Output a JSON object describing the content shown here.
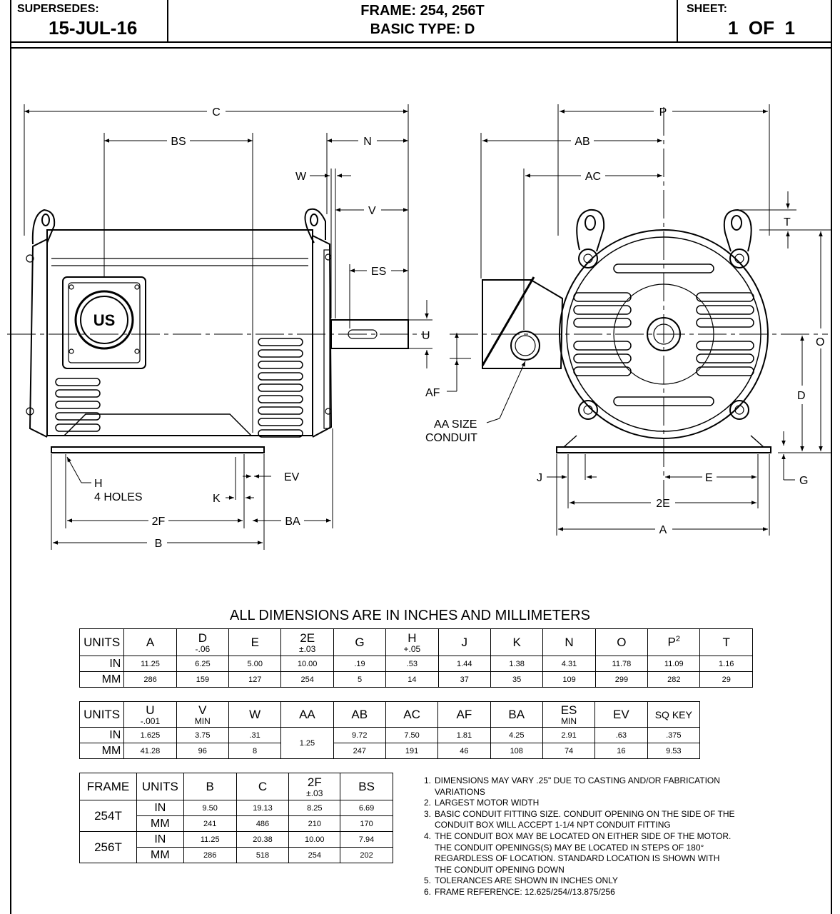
{
  "header": {
    "supersedes_label": "SUPERSEDES:",
    "supersedes_date": "15-JUL-16",
    "frame_line": "FRAME: 254, 256T",
    "basic_type_line": "BASIC TYPE: D",
    "sheet_label": "SHEET:",
    "sheet_value": "1  OF  1"
  },
  "drawing": {
    "side_view_labels": [
      "C",
      "BS",
      "N",
      "W",
      "V",
      "ES",
      "U",
      "H",
      "4 HOLES",
      "K",
      "EV",
      "2F",
      "BA",
      "B"
    ],
    "end_view_labels": [
      "P",
      "AB",
      "AC",
      "T",
      "O",
      "AF",
      "AA SIZE",
      "CONDUIT",
      "D",
      "J",
      "E",
      "G",
      "2E",
      "A"
    ],
    "logo_text": "US"
  },
  "caption": "ALL DIMENSIONS ARE IN INCHES AND MILLIMETERS",
  "table1": {
    "headers": [
      {
        "main": "UNITS",
        "sub": ""
      },
      {
        "main": "A",
        "sub": ""
      },
      {
        "main": "D",
        "sub": "-.06"
      },
      {
        "main": "E",
        "sub": ""
      },
      {
        "main": "2E",
        "sub": "±.03"
      },
      {
        "main": "G",
        "sub": ""
      },
      {
        "main": "H",
        "sub": "+.05"
      },
      {
        "main": "J",
        "sub": ""
      },
      {
        "main": "K",
        "sub": ""
      },
      {
        "main": "N",
        "sub": ""
      },
      {
        "main": "O",
        "sub": ""
      },
      {
        "main": "P",
        "sub": "2"
      },
      {
        "main": "T",
        "sub": ""
      }
    ],
    "rows": [
      {
        "unit": "IN",
        "values": [
          "11.25",
          "6.25",
          "5.00",
          "10.00",
          ".19",
          ".53",
          "1.44",
          "1.38",
          "4.31",
          "11.78",
          "11.09",
          "1.16"
        ]
      },
      {
        "unit": "MM",
        "values": [
          "286",
          "159",
          "127",
          "254",
          "5",
          "14",
          "37",
          "35",
          "109",
          "299",
          "282",
          "29"
        ]
      }
    ]
  },
  "table2": {
    "headers": [
      {
        "main": "UNITS",
        "sub": ""
      },
      {
        "main": "U",
        "sub": "-.001"
      },
      {
        "main": "V",
        "sub": "MIN"
      },
      {
        "main": "W",
        "sub": ""
      },
      {
        "main": "AA",
        "sub": ""
      },
      {
        "main": "AB",
        "sub": ""
      },
      {
        "main": "AC",
        "sub": ""
      },
      {
        "main": "AF",
        "sub": ""
      },
      {
        "main": "BA",
        "sub": ""
      },
      {
        "main": "ES",
        "sub": "MIN"
      },
      {
        "main": "EV",
        "sub": ""
      },
      {
        "main": "SQ KEY",
        "sub": ""
      }
    ],
    "rows": [
      {
        "unit": "IN",
        "values": [
          "1.625",
          "3.75",
          ".31",
          "9.72",
          "7.50",
          "1.81",
          "4.25",
          "2.91",
          ".63",
          ".375"
        ]
      },
      {
        "unit": "MM",
        "values": [
          "41.28",
          "96",
          "8",
          "247",
          "191",
          "46",
          "108",
          "74",
          "16",
          "9.53"
        ]
      }
    ],
    "aa_shared": "1.25"
  },
  "table3": {
    "headers": [
      {
        "main": "FRAME",
        "sub": ""
      },
      {
        "main": "UNITS",
        "sub": ""
      },
      {
        "main": "B",
        "sub": ""
      },
      {
        "main": "C",
        "sub": ""
      },
      {
        "main": "2F",
        "sub": "±.03"
      },
      {
        "main": "BS",
        "sub": ""
      }
    ],
    "frames": [
      {
        "frame": "254T",
        "rows": [
          {
            "unit": "IN",
            "values": [
              "9.50",
              "19.13",
              "8.25",
              "6.69"
            ]
          },
          {
            "unit": "MM",
            "values": [
              "241",
              "486",
              "210",
              "170"
            ]
          }
        ]
      },
      {
        "frame": "256T",
        "rows": [
          {
            "unit": "IN",
            "values": [
              "11.25",
              "20.38",
              "10.00",
              "7.94"
            ]
          },
          {
            "unit": "MM",
            "values": [
              "286",
              "518",
              "254",
              "202"
            ]
          }
        ]
      }
    ]
  },
  "notes": [
    {
      "num": "1.",
      "text": "DIMENSIONS MAY VARY .25\" DUE TO CASTING AND/OR FABRICATION VARIATIONS"
    },
    {
      "num": "2.",
      "text": "LARGEST MOTOR WIDTH"
    },
    {
      "num": "3.",
      "text": "BASIC CONDUIT FITTING SIZE.  CONDUIT OPENING ON THE SIDE OF THE CONDUIT BOX WILL ACCEPT 1-1/4 NPT CONDUIT FITTING"
    },
    {
      "num": "4.",
      "text": "THE CONDUIT BOX MAY BE LOCATED ON EITHER SIDE OF THE MOTOR.  THE CONDUIT OPENINGS(S) MAY BE LOCATED IN STEPS OF 180° REGARDLESS OF LOCATION.  STANDARD LOCATION IS SHOWN WITH THE CONDUIT OPENING DOWN"
    },
    {
      "num": "5.",
      "text": "TOLERANCES ARE SHOWN IN INCHES ONLY"
    },
    {
      "num": "6.",
      "text": "FRAME REFERENCE: 12.625/254//13.875/256"
    }
  ]
}
